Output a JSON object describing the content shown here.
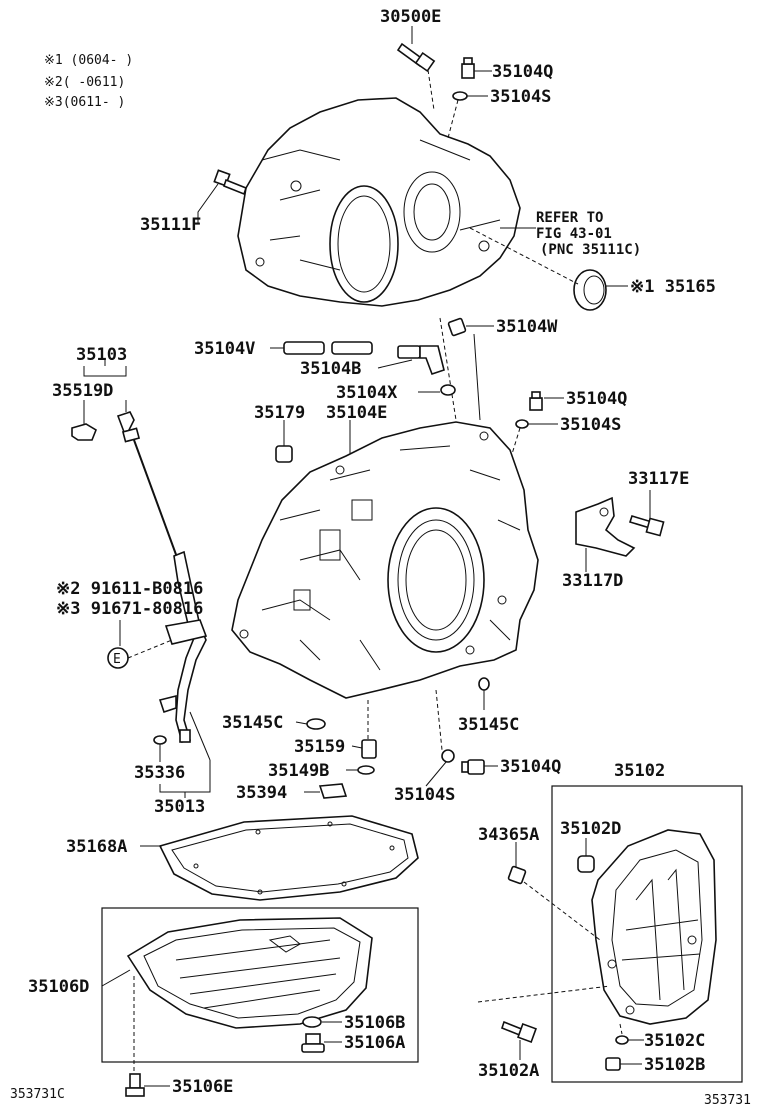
{
  "legend": {
    "line1": "※1 (0604-    )",
    "line2": "※2(     -0611)",
    "line3": "※3(0611-     )"
  },
  "labels": {
    "p30500E": "30500E",
    "p35104Q_top": "35104Q",
    "p35104S_top": "35104S",
    "p35111F": "35111F",
    "refer1": "REFER TO",
    "refer2": "FIG 43-01",
    "refer3": "(PNC 35111C)",
    "p35165": "※1 35165",
    "p35104W": "35104W",
    "p35103": "35103",
    "p35104V": "35104V",
    "p35104B": "35104B",
    "p35519D": "35519D",
    "p35104X": "35104X",
    "p35104Q_mid": "35104Q",
    "p35179": "35179",
    "p35104E": "35104E",
    "p35104S_mid": "35104S",
    "p33117E": "33117E",
    "p33117D": "33117D",
    "p91611": "※2 91611-B0816",
    "p91671": "※3 91671-80816",
    "circleE": "E",
    "p35145C_left": "35145C",
    "p35145C_right": "35145C",
    "p35159": "35159",
    "p35149B": "35149B",
    "p35104Q_low": "35104Q",
    "p35336": "35336",
    "p35394": "35394",
    "p35104S_low": "35104S",
    "p35013": "35013",
    "p35102": "35102",
    "p35168A": "35168A",
    "p34365A": "34365A",
    "p35102D": "35102D",
    "p35106D": "35106D",
    "p35106B": "35106B",
    "p35106A": "35106A",
    "p35102C": "35102C",
    "p35102A": "35102A",
    "p35102B": "35102B",
    "p35106E": "35106E",
    "code_left": "353731C",
    "code_right": "353731"
  }
}
